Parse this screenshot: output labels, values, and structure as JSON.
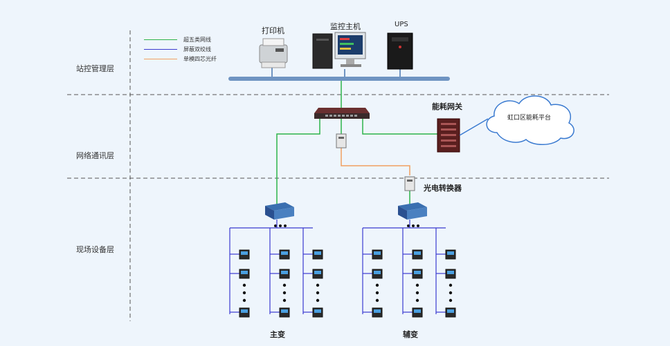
{
  "layers": {
    "station": "站控管理层",
    "network": "网络通讯层",
    "field": "现场设备层"
  },
  "legend": [
    {
      "label": "超五类网线",
      "color": "#2db34a"
    },
    {
      "label": "屏蔽双绞线",
      "color": "#3a3ad0"
    },
    {
      "label": "单模四芯光纤",
      "color": "#f0a060"
    }
  ],
  "devices": {
    "printer": "打印机",
    "monitor_host": "监控主机",
    "ups": "UPS",
    "gateway": "能耗网关",
    "platform": "虹口区能耗平台",
    "converter": "光电转换器",
    "main_substation": "主变",
    "aux_substation": "辅变"
  },
  "colors": {
    "background": "#eef5fc",
    "bus": "#6f94c2",
    "ethernet": "#2db34a",
    "twisted_pair": "#3a3ad0",
    "fiber": "#f0a060"
  }
}
